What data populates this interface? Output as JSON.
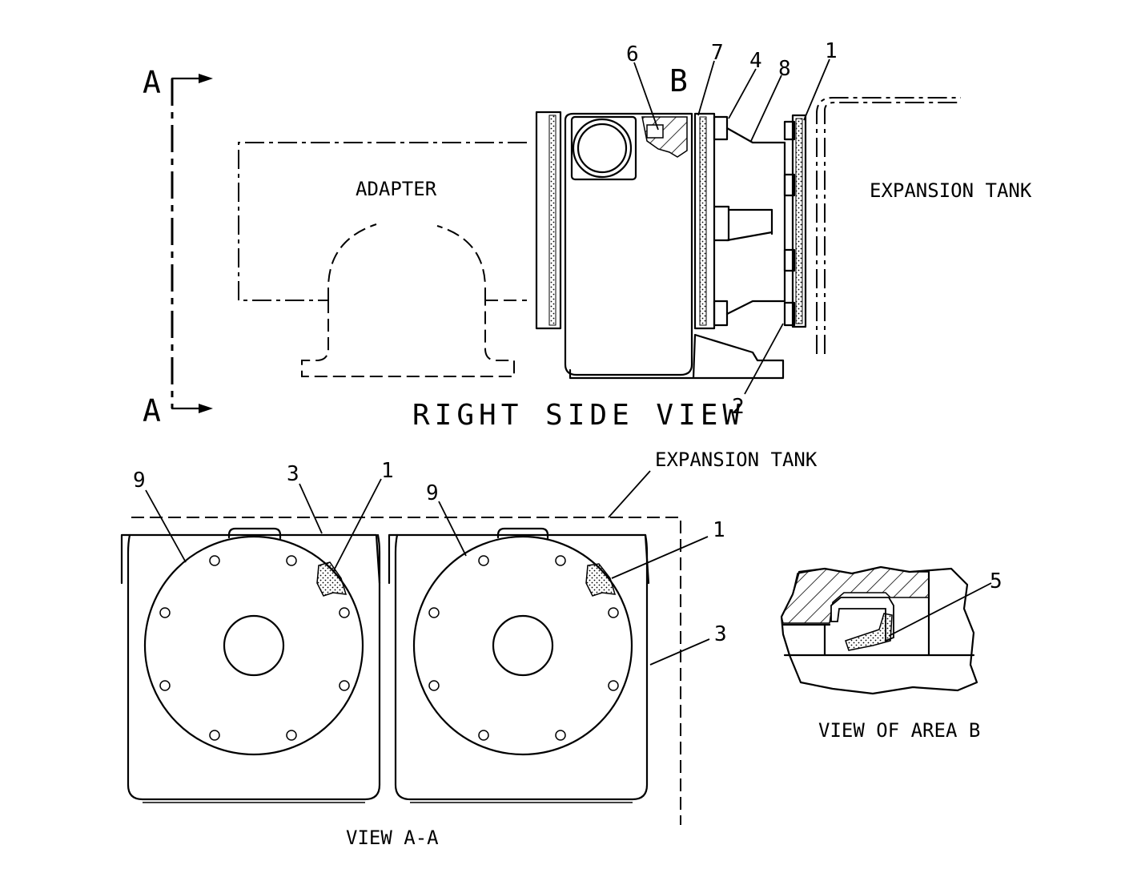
{
  "labels": {
    "section_a": "A",
    "area_b": "B",
    "adapter": "ADAPTER",
    "expansion_tank": "EXPANSION TANK",
    "right_side_view": "RIGHT SIDE VIEW",
    "view_aa": "VIEW A-A",
    "view_area_b": "VIEW OF AREA B"
  },
  "callouts": {
    "c6": "6",
    "c7": "7",
    "c4": "4",
    "c8": "8",
    "c1": "1",
    "c2": "2",
    "c9": "9",
    "c3": "3",
    "c5": "5"
  }
}
